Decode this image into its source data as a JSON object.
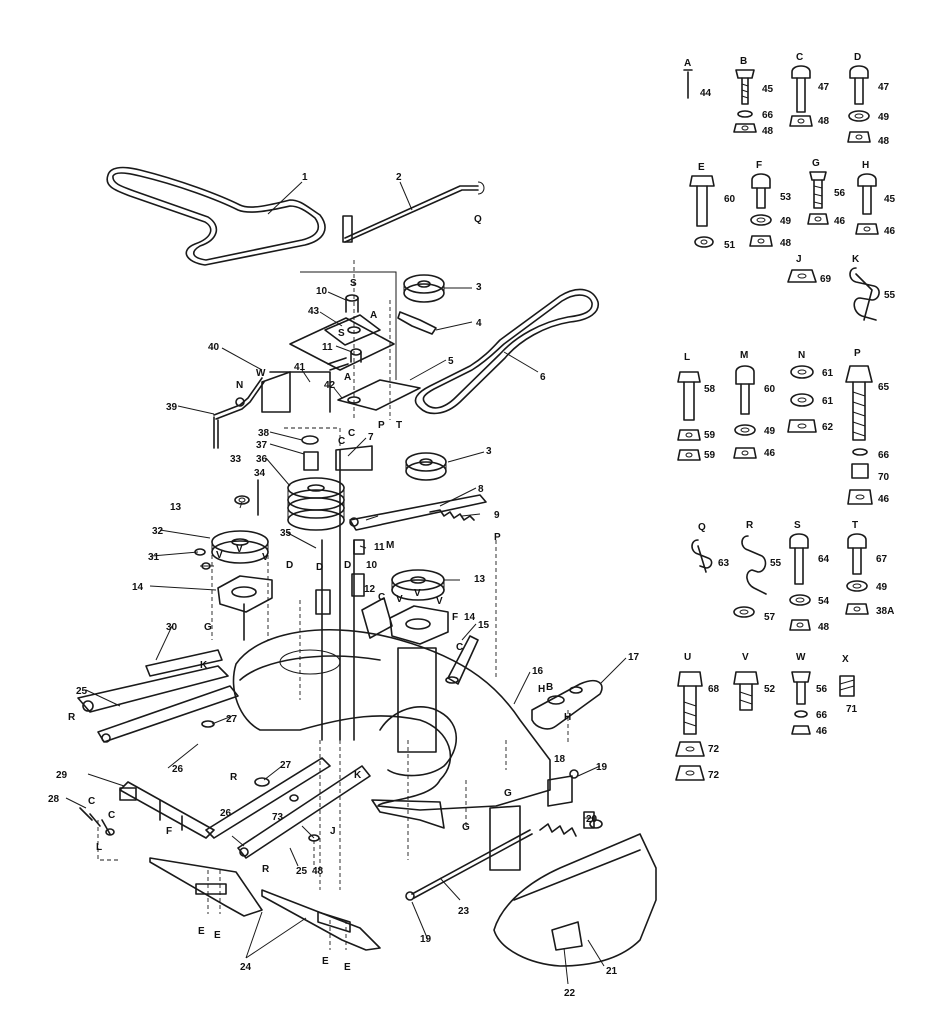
{
  "diagram": {
    "part_callouts": [
      "1",
      "2",
      "3",
      "3",
      "4",
      "5",
      "6",
      "7",
      "8",
      "9",
      "10",
      "10",
      "11",
      "11",
      "12",
      "13",
      "13",
      "14",
      "14",
      "15",
      "16",
      "17",
      "18",
      "19",
      "19",
      "20",
      "21",
      "22",
      "23",
      "24",
      "25",
      "25",
      "26",
      "26",
      "27",
      "27",
      "28",
      "29",
      "30",
      "31",
      "32",
      "33",
      "34",
      "35",
      "36",
      "37",
      "38",
      "39",
      "40",
      "41",
      "42",
      "43",
      "48",
      "73"
    ],
    "reference_letters": [
      "Q",
      "S",
      "A",
      "N",
      "W",
      "P",
      "T",
      "C",
      "C",
      "D",
      "D",
      "D",
      "V",
      "V",
      "V",
      "V",
      "V",
      "V",
      "G",
      "K",
      "F",
      "C",
      "C",
      "H",
      "H",
      "G",
      "G",
      "B",
      "K",
      "J",
      "R",
      "R",
      "R",
      "F",
      "C",
      "C",
      "L",
      "E",
      "E",
      "E",
      "E",
      "P",
      "M",
      "S",
      "A"
    ]
  },
  "legend": {
    "items": [
      {
        "letter": "A",
        "parts": [
          "44"
        ]
      },
      {
        "letter": "B",
        "parts": [
          "45",
          "66",
          "48"
        ]
      },
      {
        "letter": "C",
        "parts": [
          "47",
          "48"
        ]
      },
      {
        "letter": "D",
        "parts": [
          "47",
          "49",
          "48"
        ]
      },
      {
        "letter": "E",
        "parts": [
          "60",
          "51"
        ]
      },
      {
        "letter": "F",
        "parts": [
          "53",
          "49",
          "48"
        ]
      },
      {
        "letter": "G",
        "parts": [
          "56",
          "46"
        ]
      },
      {
        "letter": "H",
        "parts": [
          "45",
          "46"
        ]
      },
      {
        "letter": "J",
        "parts": [
          "69"
        ]
      },
      {
        "letter": "K",
        "parts": [
          "55"
        ]
      },
      {
        "letter": "L",
        "parts": [
          "58",
          "59",
          "59"
        ]
      },
      {
        "letter": "M",
        "parts": [
          "60",
          "49",
          "46"
        ]
      },
      {
        "letter": "N",
        "parts": [
          "61",
          "61",
          "62"
        ]
      },
      {
        "letter": "P",
        "parts": [
          "65",
          "66",
          "70",
          "46"
        ]
      },
      {
        "letter": "Q",
        "parts": [
          "63"
        ]
      },
      {
        "letter": "R",
        "parts": [
          "55",
          "57"
        ]
      },
      {
        "letter": "S",
        "parts": [
          "64",
          "54",
          "48"
        ]
      },
      {
        "letter": "T",
        "parts": [
          "67",
          "49",
          "38A"
        ]
      },
      {
        "letter": "U",
        "parts": [
          "68",
          "72",
          "72"
        ]
      },
      {
        "letter": "V",
        "parts": [
          "52"
        ]
      },
      {
        "letter": "W",
        "parts": [
          "56",
          "66",
          "46"
        ]
      },
      {
        "letter": "X",
        "parts": [
          "71"
        ]
      }
    ]
  }
}
